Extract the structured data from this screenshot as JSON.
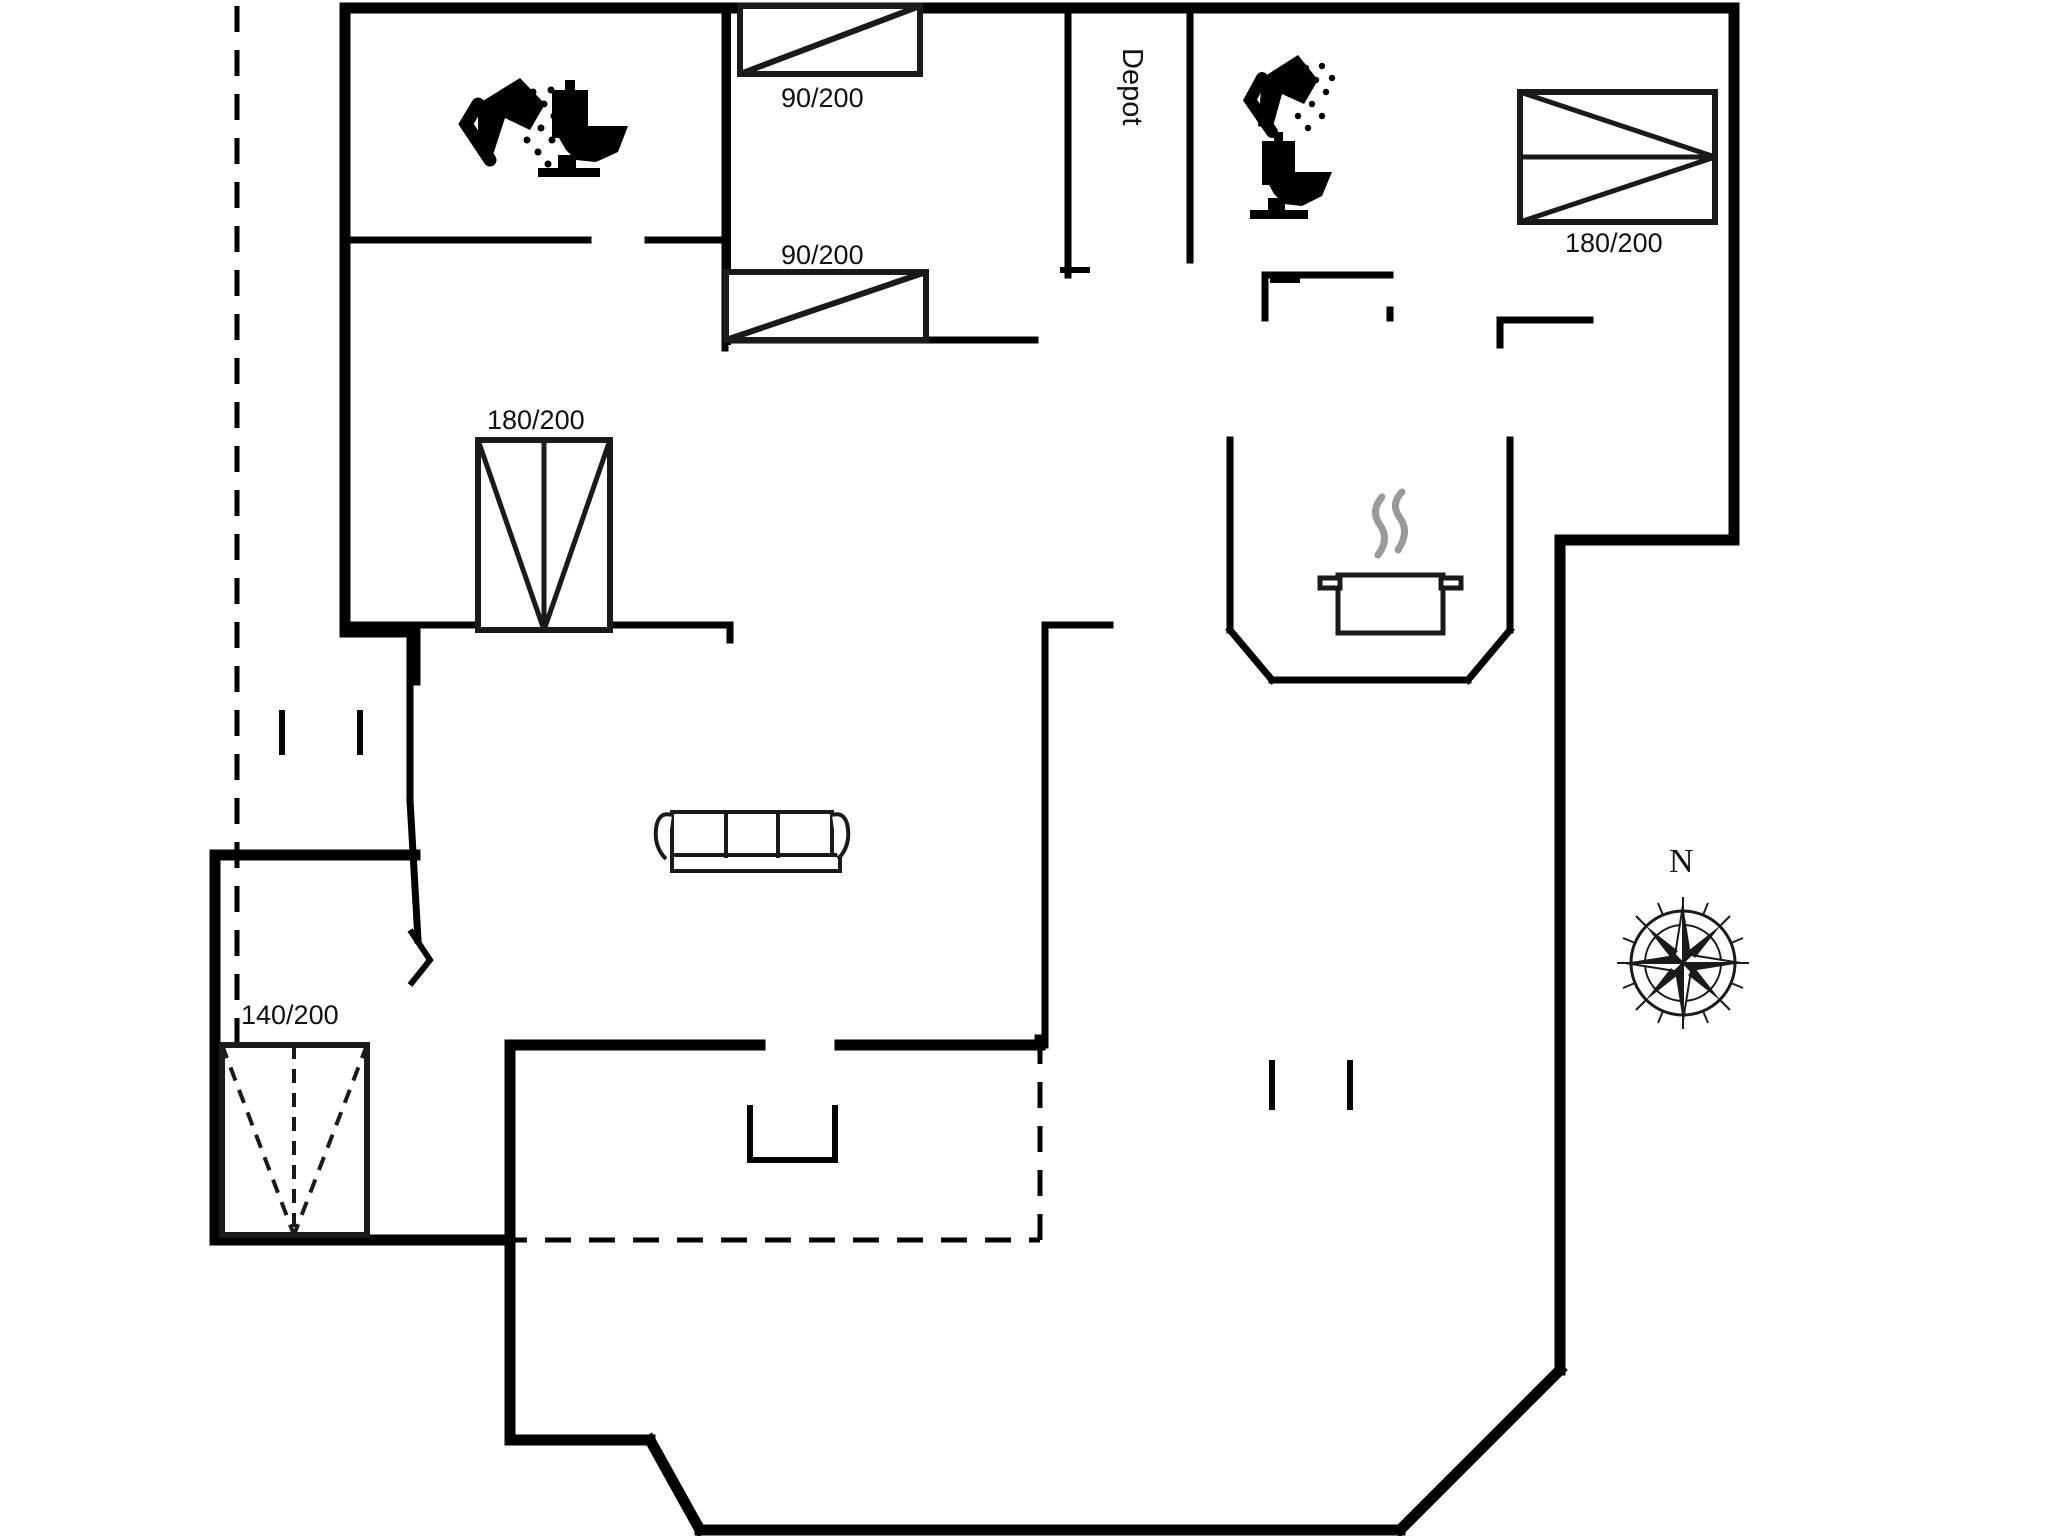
{
  "plan": {
    "title": "Holiday house floor plan",
    "colors": {
      "wall": "#000000",
      "furniture": "#1a1a1a",
      "background": "#ffffff",
      "steam": "#9a9a9a"
    },
    "rooms": [
      {
        "name": "bathroom-left",
        "label": ""
      },
      {
        "name": "bedroom-top-left",
        "label": ""
      },
      {
        "name": "depot",
        "label": "Depot"
      },
      {
        "name": "bathroom-right",
        "label": ""
      },
      {
        "name": "bedroom-right",
        "label": ""
      },
      {
        "name": "living-room",
        "label": ""
      },
      {
        "name": "kitchen",
        "label": ""
      },
      {
        "name": "bedroom-lower-left",
        "label": ""
      }
    ],
    "beds": [
      {
        "name": "bed-single-upper",
        "size": "90/200",
        "type": "single"
      },
      {
        "name": "bed-single-lower",
        "size": "90/200",
        "type": "single"
      },
      {
        "name": "bed-double-left",
        "size": "180/200",
        "type": "double"
      },
      {
        "name": "bed-double-right",
        "size": "180/200",
        "type": "double"
      },
      {
        "name": "bed-double-lower-left",
        "size": "140/200",
        "type": "double"
      }
    ],
    "fixtures": [
      {
        "name": "shower-icon-left",
        "label": "shower"
      },
      {
        "name": "toilet-icon-left",
        "label": "toilet"
      },
      {
        "name": "shower-icon-right",
        "label": "shower"
      },
      {
        "name": "toilet-icon-right",
        "label": "toilet"
      },
      {
        "name": "sofa-icon",
        "label": "sofa"
      },
      {
        "name": "cooking-pot-icon",
        "label": "stove"
      }
    ],
    "compass": {
      "label": "N"
    },
    "labels": {
      "depot": "Depot",
      "bed_single_upper": "90/200",
      "bed_single_lower": "90/200",
      "bed_double_left": "180/200",
      "bed_double_right": "180/200",
      "bed_double_lower_left": "140/200",
      "compass_north": "N"
    }
  }
}
